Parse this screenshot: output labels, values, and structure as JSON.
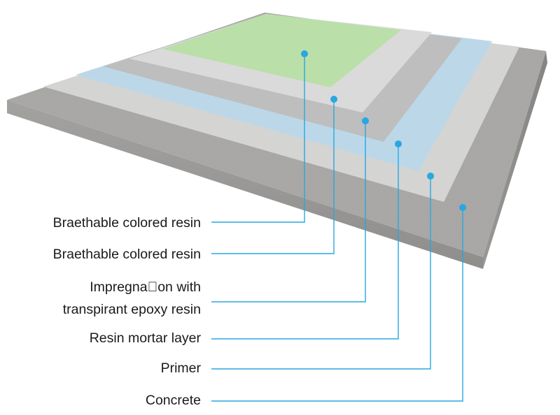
{
  "colors": {
    "concrete": "#a9a8a6",
    "primer": "#d2d2d2",
    "resin_mortar": "#b8d6e6",
    "impregnation": "#bdbdbd",
    "braethable_lower": "#d8d8d8",
    "braethable_top": "#b9dea6",
    "leader": "#29a7e1"
  },
  "labels": [
    {
      "id": "braethable-top",
      "lines": [
        "Braethable colored resin"
      ]
    },
    {
      "id": "braethable-lower",
      "lines": [
        "Braethable colored resin"
      ]
    },
    {
      "id": "impregnation",
      "lines": [
        "Impregna\u0000on with",
        "transpirant epoxy resin"
      ]
    },
    {
      "id": "resin-mortar",
      "lines": [
        "Resin mortar layer"
      ]
    },
    {
      "id": "primer",
      "lines": [
        "Primer"
      ]
    },
    {
      "id": "concrete",
      "lines": [
        "Concrete"
      ]
    }
  ]
}
